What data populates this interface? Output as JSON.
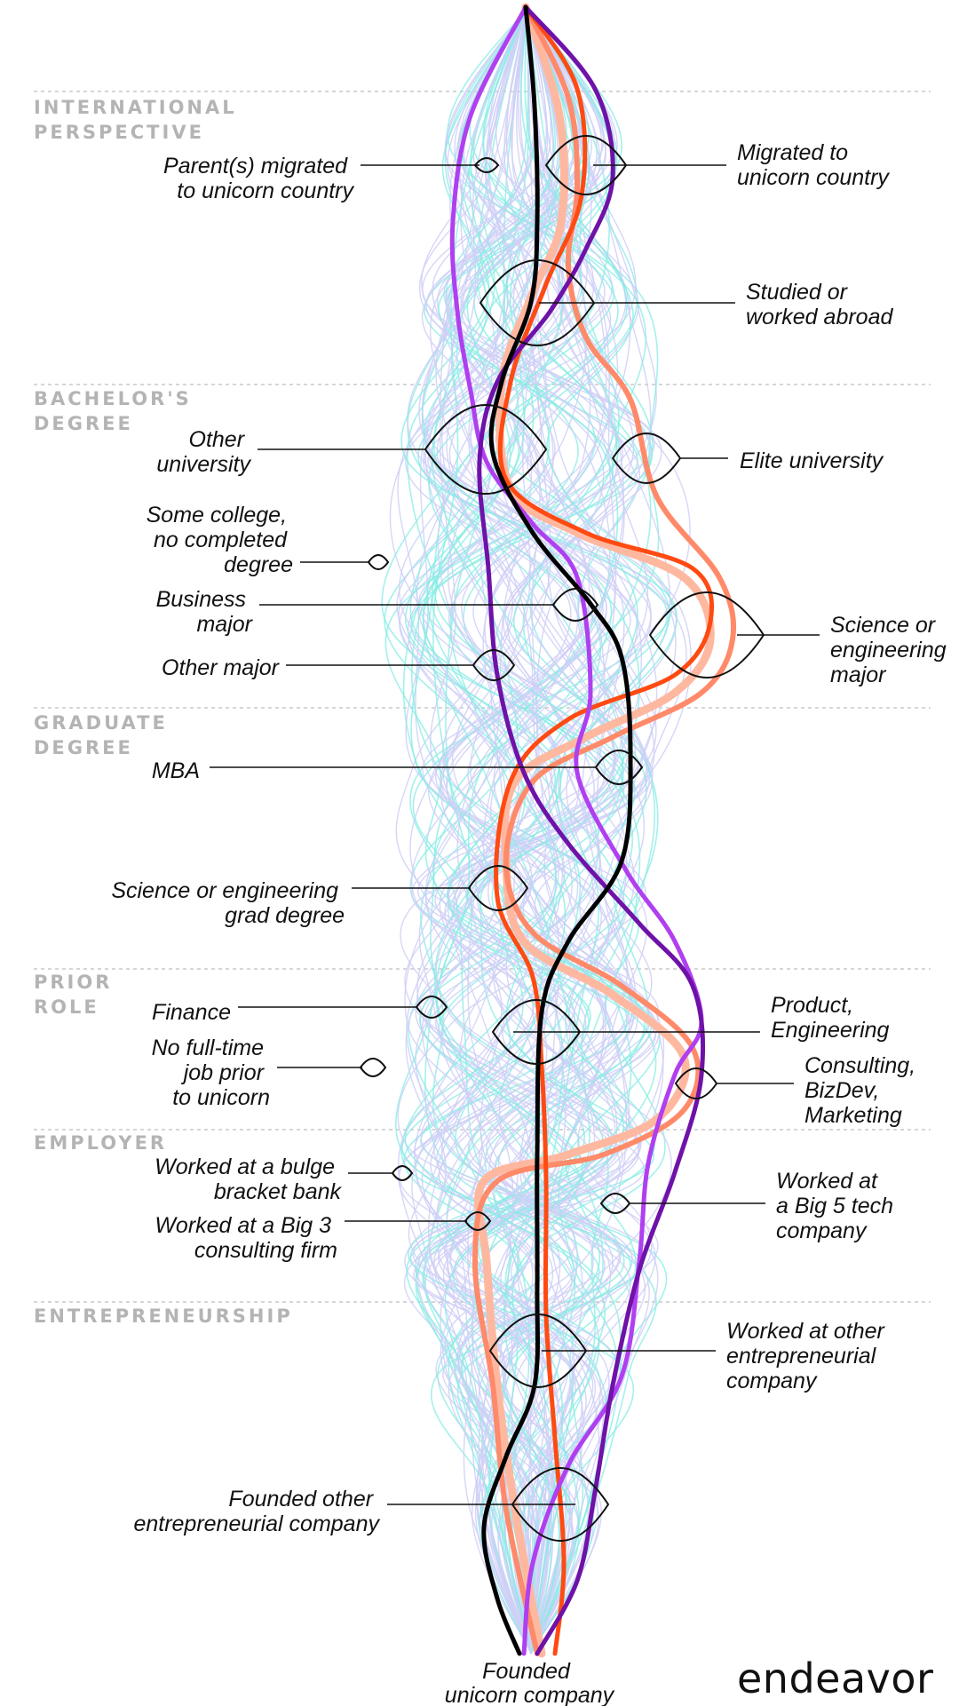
{
  "sections": [
    {
      "lines": [
        "INTERNATIONAL",
        "PERSPECTIVE"
      ]
    },
    {
      "lines": [
        "BACHELOR'S",
        "DEGREE"
      ]
    },
    {
      "lines": [
        "GRADUATE",
        "DEGREE"
      ]
    },
    {
      "lines": [
        "PRIOR",
        "ROLE"
      ]
    },
    {
      "lines": [
        "EMPLOYER"
      ]
    },
    {
      "lines": [
        "ENTREPRENEURSHIP"
      ]
    }
  ],
  "nodes": {
    "parents_migrated": {
      "lines": [
        "Parent(s) migrated",
        "to unicorn country"
      ]
    },
    "migrated": {
      "lines": [
        "Migrated to",
        "unicorn country"
      ]
    },
    "studied_abroad": {
      "lines": [
        "Studied or",
        "worked abroad"
      ]
    },
    "other_university": {
      "lines": [
        "Other",
        "university"
      ]
    },
    "elite_university": {
      "lines": [
        "Elite university"
      ]
    },
    "some_college": {
      "lines": [
        "Some college,",
        "no completed",
        "degree"
      ]
    },
    "business_major": {
      "lines": [
        "Business",
        "major"
      ]
    },
    "science_major": {
      "lines": [
        "Science or",
        "engineering",
        "major"
      ]
    },
    "other_major": {
      "lines": [
        "Other major"
      ]
    },
    "mba": {
      "lines": [
        "MBA"
      ]
    },
    "science_grad": {
      "lines": [
        "Science or engineering",
        "grad degree"
      ]
    },
    "finance": {
      "lines": [
        "Finance"
      ]
    },
    "product_engineering": {
      "lines": [
        "Product,",
        "Engineering"
      ]
    },
    "no_fulltime": {
      "lines": [
        "No full-time",
        "job prior",
        "to unicorn"
      ]
    },
    "consulting": {
      "lines": [
        "Consulting,",
        "BizDev,",
        "Marketing"
      ]
    },
    "bulge_bank": {
      "lines": [
        "Worked at a bulge",
        "bracket bank"
      ]
    },
    "big5": {
      "lines": [
        "Worked at",
        "a Big 5 tech",
        "company"
      ]
    },
    "big3": {
      "lines": [
        "Worked at a Big 3",
        "consulting firm"
      ]
    },
    "other_entrepreneurial": {
      "lines": [
        "Worked at other",
        "entrepreneurial",
        "company"
      ]
    },
    "founded_other": {
      "lines": [
        "Founded other",
        "entrepreneurial company"
      ]
    },
    "founded_unicorn": {
      "lines": [
        "Founded",
        "unicorn company"
      ]
    }
  },
  "brand": "endeavor",
  "colors": {
    "lavender": "#cfcff7",
    "cyan": "#86ece4",
    "purple": "#b03ff0",
    "dark_purple": "#6e12a8",
    "black": "#000000",
    "orange_red": "#ff4a12",
    "salmon": "#ff8a6a",
    "pale_salmon": "#ffb8a0"
  }
}
